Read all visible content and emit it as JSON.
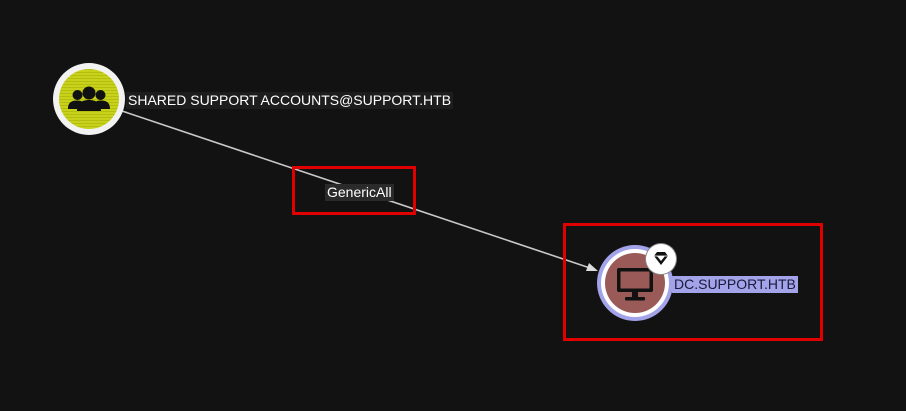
{
  "graph": {
    "nodes": {
      "source": {
        "label": "SHARED SUPPORT ACCOUNTS@SUPPORT.HTB",
        "type": "Group",
        "icon": "users-group-icon",
        "color": "#c8d21a"
      },
      "target": {
        "label": "DC.SUPPORT.HTB",
        "type": "Computer",
        "icon": "monitor-icon",
        "badge_icon": "gem-icon",
        "color": "#9a5a58",
        "label_highlight_color": "#a3a3e9"
      }
    },
    "edge": {
      "label": "GenericAll",
      "from": "source",
      "to": "target"
    },
    "highlight_color": "#e00000"
  }
}
